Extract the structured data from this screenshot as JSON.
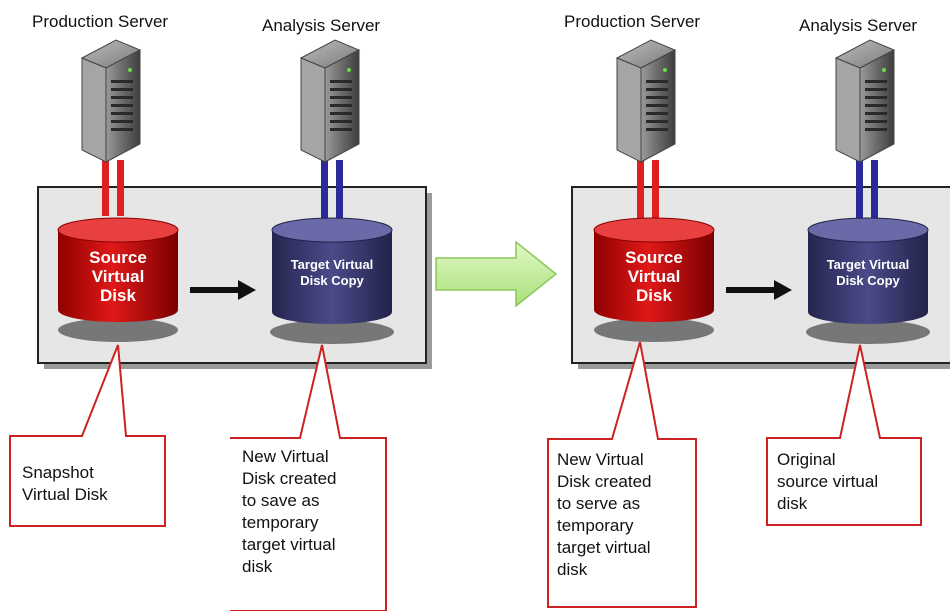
{
  "left_panel": {
    "production_label": "Production Server",
    "analysis_label": "Analysis Server",
    "source_disk": [
      "Source",
      "Virtual",
      "Disk"
    ],
    "target_disk": [
      "Target Virtual",
      "Disk Copy"
    ],
    "callout_source": [
      "Snapshot",
      "Virtual Disk"
    ],
    "callout_target": [
      "New Virtual",
      "Disk created",
      "to save as",
      "temporary",
      "target virtual",
      "disk"
    ]
  },
  "right_panel": {
    "production_label": "Production Server",
    "analysis_label": "Analysis Server",
    "source_disk": [
      "Source",
      "Virtual",
      "Disk"
    ],
    "target_disk": [
      "Target Virtual",
      "Disk Copy"
    ],
    "callout_source": [
      "New Virtual",
      "Disk created",
      "to serve as",
      "temporary",
      "target  virtual",
      "disk"
    ],
    "callout_target": [
      "Original",
      "source virtual",
      "disk"
    ]
  },
  "colors": {
    "source_red": "#cc1111",
    "target_navy": "#3b3b7a",
    "callout_border": "#cc2222",
    "panel_fill": "#e6e6e6",
    "arrow_green": "#c6f0a0"
  }
}
